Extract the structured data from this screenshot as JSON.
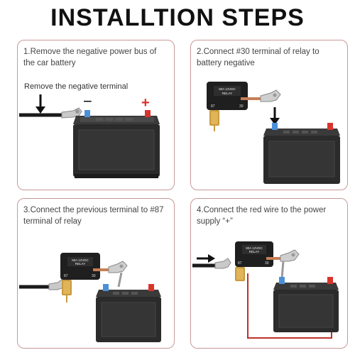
{
  "page": {
    "title": "INSTALLTION STEPS"
  },
  "steps": [
    {
      "text": "1.Remove the negative power bus of the car battery",
      "note": "Remove the negative terminal",
      "minus_sign": "−",
      "plus_sign": "+"
    },
    {
      "text": "2.Connect #30 terminal of relay to battery negative"
    },
    {
      "text": "3.Connect the previous terminal to #87 terminal of relay"
    },
    {
      "text": "4.Connect the red wire to the power supply “+”"
    }
  ],
  "relay_labels": {
    "line1": "80A 12VDC",
    "line2": "RELAY",
    "pin30": "30",
    "pin87": "87"
  },
  "colors": {
    "negative_terminal": "#4a90d9",
    "positive_terminal": "#d9342b",
    "red_wire": "#c0302a",
    "battery_body": "#2b2b2b",
    "panel_border": "#c89a96"
  }
}
